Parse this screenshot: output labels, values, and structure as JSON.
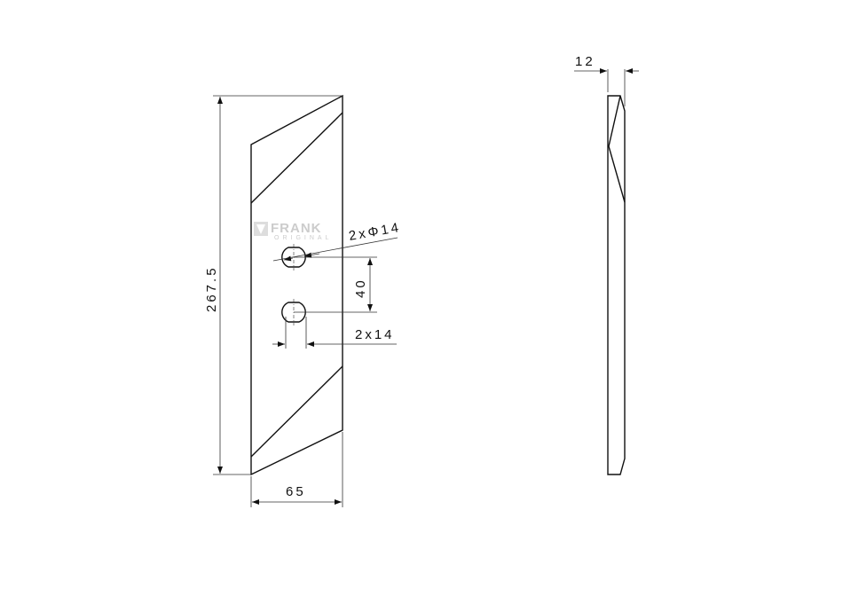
{
  "drawing": {
    "dimensions": {
      "length": "267.5",
      "width": "65",
      "thickness": "12",
      "hole_spacing": "40",
      "hole_diameter": "2xΦ14",
      "hole_width": "2x14"
    },
    "watermark": {
      "brand": "FRANK",
      "sub": "ORIGINAL"
    }
  }
}
